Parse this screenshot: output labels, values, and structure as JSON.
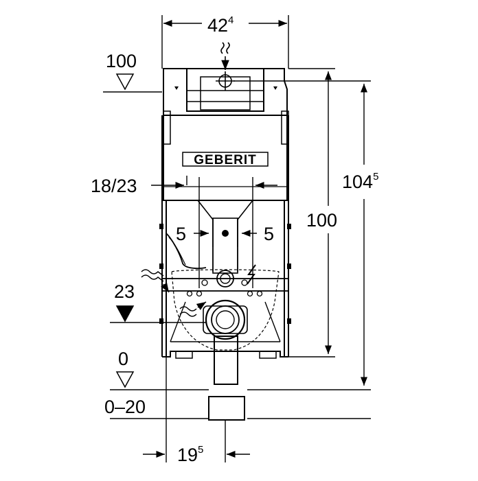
{
  "brand": {
    "logo_text": "GEBERIT"
  },
  "dimensions": {
    "width_main": "42",
    "width_sup": "4",
    "height_total_main": "104",
    "height_total_sup": "5",
    "height_frame": "100",
    "level_top": "100",
    "spacing_1823": "18/23",
    "offset_left": "5",
    "offset_right": "5",
    "level_23": "23",
    "level_zero": "0",
    "floor_range": "0–20",
    "drain_offset_main": "19",
    "drain_offset_sup": "5"
  }
}
